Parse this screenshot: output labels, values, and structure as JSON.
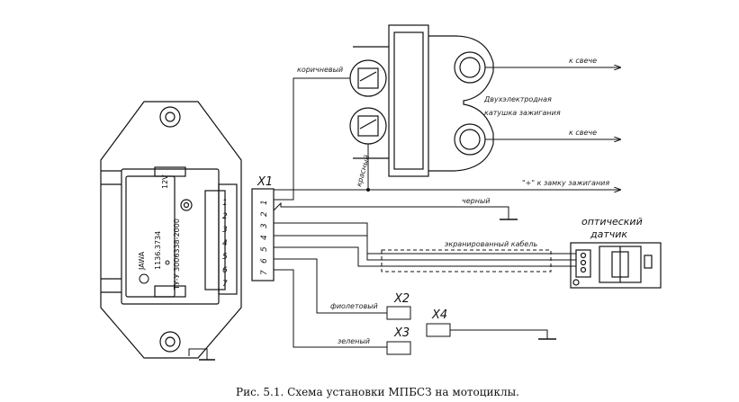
{
  "module": {
    "brand": "JAWA",
    "part_number": "1136.3734",
    "voltage": "12V",
    "tu": "ТУ-У 3006338-2000",
    "pins": [
      "1",
      "2",
      "3",
      "4",
      "5",
      "6",
      "7"
    ]
  },
  "connector": {
    "name": "X1",
    "pins": [
      "7",
      "6",
      "5",
      "4",
      "3",
      "2",
      "1"
    ]
  },
  "coil": {
    "label_line1": "Двухэлектродная",
    "label_line2": "катушка зажигания"
  },
  "wires": {
    "brown": "коричневый",
    "red": "красный",
    "black": "черный",
    "violet": "фиолетовый",
    "green": "зеленый",
    "shielded": "экранированный кабель"
  },
  "outputs": {
    "spark_top": "к свече",
    "spark_bottom": "к свече",
    "ignition_lock": "\"+\" к замку зажигания"
  },
  "sensor": {
    "label_line1": "оптический",
    "label_line2": "датчик"
  },
  "terminals": {
    "x2": "X2",
    "x3": "X3",
    "x4": "X4"
  },
  "caption": "Рис. 5.1. Схема установки  МПБСЗ на мотоциклы."
}
